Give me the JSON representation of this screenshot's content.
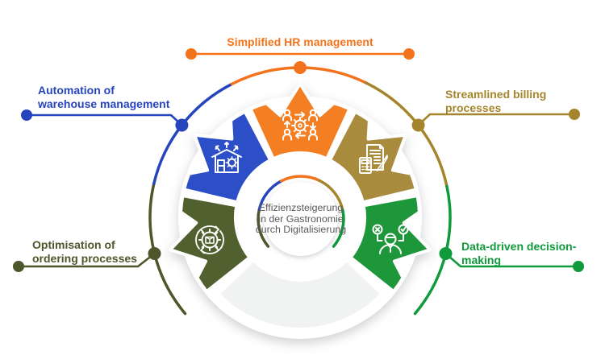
{
  "diagram_title": "Effizienzsteigerung in der Gastronomie durch Digitalisierung",
  "center": {
    "line1": "Effizienzsteigerung",
    "line2": "in der Gastronomie",
    "line3": "durch Digitalisierung",
    "text_color": "#58595B"
  },
  "callouts": {
    "hr": {
      "label": "Simplified HR management",
      "color": "#F3731C",
      "petal_color": "#F47E22",
      "icon": "people-gear-cycle-icon"
    },
    "warehouse": {
      "line1": "Automation of",
      "line2": "warehouse management",
      "color": "#2645BD",
      "petal_color": "#2C4EC6",
      "icon": "warehouse-house-gear-icon"
    },
    "billing": {
      "line1": "Streamlined billing",
      "line2": "processes",
      "color": "#A4852C",
      "petal_color": "#A98B3D",
      "icon": "invoice-calculator-pen-icon"
    },
    "decision": {
      "line1": "Data-driven decision-",
      "line2": "making",
      "color": "#109A3C",
      "petal_color": "#1E963A",
      "icon": "person-check-cross-icon"
    },
    "ordering": {
      "line1": "Optimisation of",
      "line2": "ordering processes",
      "color": "#4D572B",
      "petal_color": "#51602F",
      "icon": "package-gear-cycle-icon"
    }
  },
  "wheel": {
    "bottom_sector_color": "#F1F2F2",
    "disc_color": "#FFFFFF"
  }
}
